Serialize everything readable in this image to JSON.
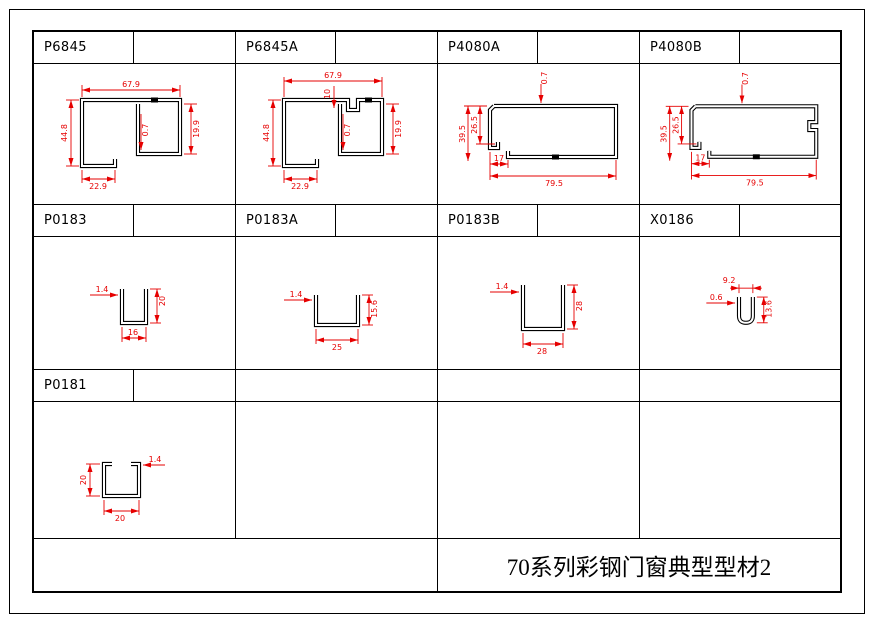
{
  "title_block": {
    "title": "70系列彩钢门窗典型型材2"
  },
  "colors": {
    "dimension_red": "#e60000",
    "line_black": "#000000"
  },
  "profiles": {
    "p6845": {
      "code": "P6845",
      "dims": {
        "top_width": "67.9",
        "left_height": "44.8",
        "foot_width": "22.9",
        "thickness": "0.7",
        "right_height": "19.9"
      }
    },
    "p6845a": {
      "code": "P6845A",
      "dims": {
        "top_width": "67.9",
        "notch_depth": "10",
        "left_height": "44.8",
        "foot_width": "22.9",
        "thickness": "0.7",
        "right_height": "19.9"
      }
    },
    "p4080a": {
      "code": "P4080A",
      "dims": {
        "thickness": "0.7",
        "outer_height": "39.5",
        "inner_height": "26.5",
        "left_offset": "17",
        "width": "79.5"
      }
    },
    "p4080b": {
      "code": "P4080B",
      "dims": {
        "thickness": "0.7",
        "outer_height": "39.5",
        "inner_height": "26.5",
        "left_offset": "17",
        "width": "79.5"
      }
    },
    "p0183": {
      "code": "P0183",
      "dims": {
        "thickness": "1.4",
        "height": "20",
        "width": "16"
      }
    },
    "p0183a": {
      "code": "P0183A",
      "dims": {
        "thickness": "1.4",
        "height": "15.6",
        "width": "25"
      }
    },
    "p0183b": {
      "code": "P0183B",
      "dims": {
        "thickness": "1.4",
        "height": "28",
        "width": "28"
      }
    },
    "x0186": {
      "code": "X0186",
      "dims": {
        "top_width": "9.2",
        "thickness": "0.6",
        "height": "13.6"
      }
    },
    "p0181": {
      "code": "P0181",
      "dims": {
        "left_height": "20",
        "thickness": "1.4",
        "bottom_width": "20"
      }
    }
  }
}
